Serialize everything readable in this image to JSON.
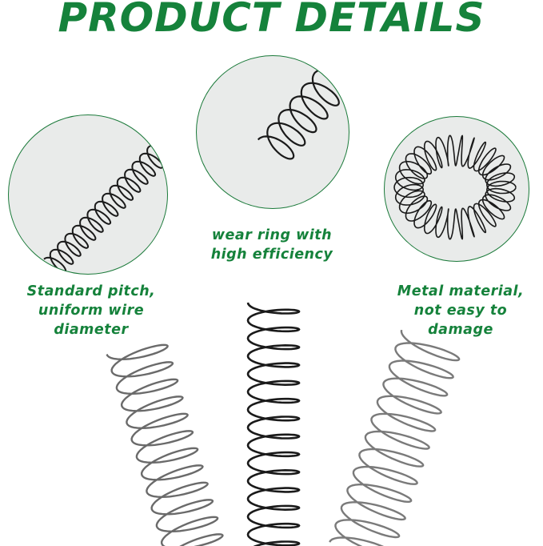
{
  "title": "PRODUCT DETAILS",
  "features": [
    {
      "line1": "Standard pitch,",
      "line2": "uniform wire diameter"
    },
    {
      "line1": "wear ring with",
      "line2": "high efficiency"
    },
    {
      "line1": "Metal material,",
      "line2": "not easy to damage"
    }
  ],
  "colors": {
    "accent": "#15823b",
    "circle_bg": "#e9ebea",
    "spring_dark": "#1a1a1a",
    "spring_gray": "#6a6a6a"
  }
}
